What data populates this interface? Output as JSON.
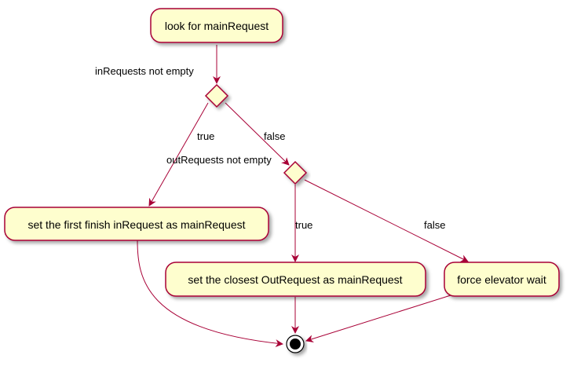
{
  "colors": {
    "node_fill": "#fefece",
    "node_stroke": "#a80036",
    "edge": "#a80036",
    "end_fill": "#000000"
  },
  "nodes": {
    "look": "look for mainRequest",
    "set_first": "set the first finish inRequest as mainRequest",
    "set_closest": "set the closest OutRequest as mainRequest",
    "force_wait": "force elevator wait"
  },
  "decisions": {
    "d1_condition": "inRequests not empty",
    "d2_condition": "outRequests not empty"
  },
  "branches": {
    "d1_true": "true",
    "d1_false": "false",
    "d2_true": "true",
    "d2_false": "false"
  },
  "end_icon": "stop-icon"
}
